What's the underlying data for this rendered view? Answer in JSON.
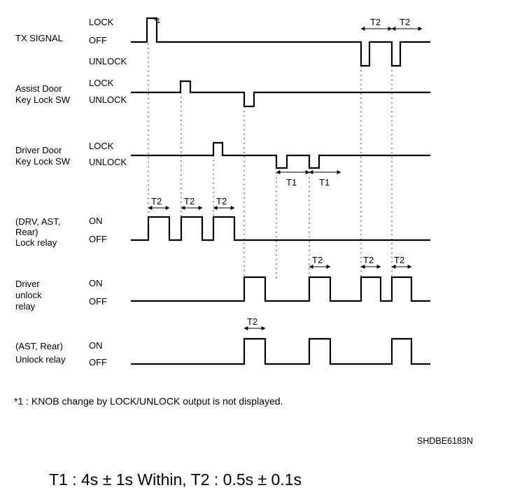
{
  "signals": [
    {
      "name_lines": [
        "TX SIGNAL"
      ],
      "state_labels": [
        "LOCK",
        "OFF",
        "UNLOCK"
      ]
    },
    {
      "name_lines": [
        "Assist Door",
        "Key Lock SW"
      ],
      "state_labels": [
        "LOCK",
        "UNLOCK"
      ]
    },
    {
      "name_lines": [
        "Driver Door",
        "Key Lock SW"
      ],
      "state_labels": [
        "LOCK",
        "UNLOCK"
      ]
    },
    {
      "name_lines": [
        "(DRV, AST,",
        "Rear)",
        "Lock relay"
      ],
      "state_labels": [
        "ON",
        "OFF"
      ]
    },
    {
      "name_lines": [
        "Driver",
        "unlock",
        "relay"
      ],
      "state_labels": [
        "ON",
        "OFF"
      ]
    },
    {
      "name_lines": [
        "(AST, Rear)",
        "Unlock relay"
      ],
      "state_labels": [
        "ON",
        "OFF"
      ]
    }
  ],
  "marker_note": "*1",
  "interval_labels": {
    "t1": "T1",
    "t2": "T2"
  },
  "footnote": "*1 : KNOB change by LOCK/UNLOCK output is not displayed.",
  "figure_code": "SHDBE6183N",
  "legend": "T1 : 4s ± 1s Within, T2 : 0.5s ± 0.1s"
}
